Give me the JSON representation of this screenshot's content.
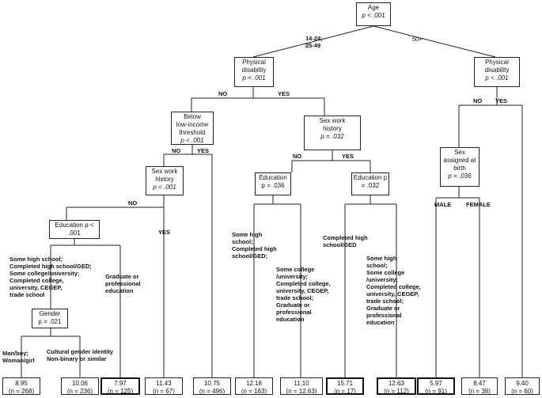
{
  "nodes": {
    "age": {
      "lines": [
        "Age"
      ],
      "p": "p < .001"
    },
    "phys_left": {
      "lines": [
        "Physical",
        "disability"
      ],
      "p": "p < .001"
    },
    "phys_right": {
      "lines": [
        "Physical",
        "disability"
      ],
      "p": "p < .001"
    },
    "income": {
      "lines": [
        "Below",
        "low-income",
        "threshold"
      ],
      "p": "p < .001"
    },
    "sexwork_mid": {
      "lines": [
        "Sex work",
        "history"
      ],
      "p": "p = .032"
    },
    "sexwork_left": {
      "lines": [
        "Sex work",
        "history"
      ],
      "p": "p < .001"
    },
    "sex_birth": {
      "lines": [
        "Sex",
        "assigned at",
        "birth"
      ],
      "p": "p = .036"
    },
    "edu_left": {
      "lines": [
        "Education p < .001"
      ]
    },
    "edu_mid1": {
      "lines": [
        "Education p = .036"
      ]
    },
    "edu_mid2": {
      "lines": [
        "Education p = .032"
      ]
    },
    "gender": {
      "lines": [
        "Gender",
        "p = .021"
      ]
    }
  },
  "leaves": [
    {
      "value": "8.95",
      "n": "(n = 268)",
      "thick": false
    },
    {
      "value": "10.06",
      "n": "(n = 236)",
      "thick": false
    },
    {
      "value": "7.97",
      "n": "(n = 125)",
      "thick": true
    },
    {
      "value": "11.43",
      "n": "(n = 67)",
      "thick": false
    },
    {
      "value": "10.75",
      "n": "(n = 496)",
      "thick": false
    },
    {
      "value": "12.18",
      "n": "(n = 163)",
      "thick": false
    },
    {
      "value": "11.10",
      "n": "(n = 12.63)",
      "thick": false
    },
    {
      "value": "15.71",
      "n": "(n = 17)",
      "thick": true
    },
    {
      "value": "12.63",
      "n": "(n = 112)",
      "thick": true
    },
    {
      "value": "5.97",
      "n": "(n = 91)",
      "thick": true
    },
    {
      "value": "8.47",
      "n": "(n = 38)",
      "thick": false
    },
    {
      "value": "9.40",
      "n": "(n = 60)",
      "thick": false
    }
  ],
  "labels": {
    "age_left": "14-24;\n25-49",
    "age_right": "50+",
    "no": "NO",
    "yes": "YES",
    "male": "MALE",
    "female": "FEMALE",
    "edu_left_a": "Some high school;\nCompleted high school/GED;\nSome college/university;\nCompleted college,\nuniversity, CEGEP,\ntrade school",
    "edu_left_b": "Graduate or\nprofessional\neducation",
    "edu_mid1_a": "Some high\nschool;\nCompleted high\nschool/GED;",
    "edu_mid1_b": "Some college\n/university;\nCompleted college,\nuniversity, CEGEP,\ntrade school;\nGraduate or\nprofessional\neducation",
    "edu_mid2_a": "Completed high\nschool/GED",
    "edu_mid2_b": "Some high\nschool;\nSome college\n/university;\nCompleted college,\nuniversity, CEGEP,\ntrade school;\nGraduate or\nprofessional\neducation",
    "gender_a": "Man/boy;\nWoman/girl",
    "gender_b": "Cultural gender identity\nNon-binary or similar"
  }
}
